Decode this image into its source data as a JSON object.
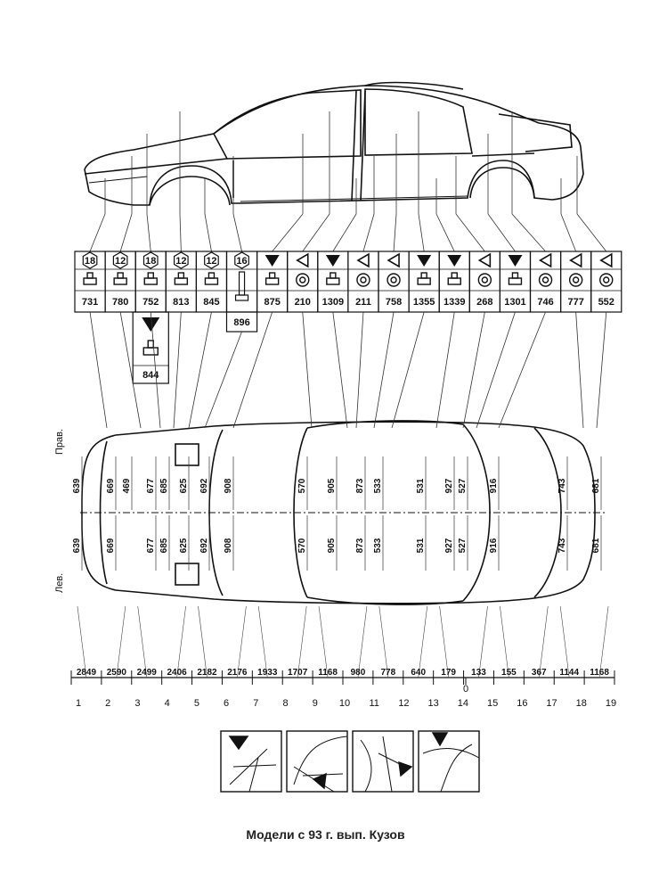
{
  "caption": "Модели с 93 г. вып. Кузов",
  "side_labels": {
    "right": "Прав.",
    "left": "Лев."
  },
  "symbol_cells": [
    {
      "num": "731",
      "badge": "18",
      "symbol": "jack"
    },
    {
      "num": "780",
      "badge": "12",
      "symbol": "jack"
    },
    {
      "num": "752",
      "badge": "18",
      "symbol": "jack"
    },
    {
      "num": "813",
      "badge": "12",
      "symbol": "jack"
    },
    {
      "num": "845",
      "badge": "12",
      "symbol": "jack"
    },
    {
      "num": "",
      "badge": "16",
      "symbol": "bolt"
    },
    {
      "num": "875",
      "badge": "",
      "top": "triangle-down",
      "symbol": "jack"
    },
    {
      "num": "210",
      "badge": "",
      "top": "triangle-left",
      "symbol": "ring"
    },
    {
      "num": "1309",
      "badge": "",
      "top": "triangle-down",
      "symbol": "jack"
    },
    {
      "num": "211",
      "badge": "",
      "top": "triangle-left",
      "symbol": "ring"
    },
    {
      "num": "758",
      "badge": "",
      "top": "triangle-left",
      "symbol": "ring"
    },
    {
      "num": "1355",
      "badge": "",
      "top": "triangle-down",
      "symbol": "jack"
    },
    {
      "num": "1339",
      "badge": "",
      "top": "triangle-down",
      "symbol": "jack"
    },
    {
      "num": "268",
      "badge": "",
      "top": "triangle-left",
      "symbol": "ring"
    },
    {
      "num": "1301",
      "badge": "",
      "top": "triangle-down",
      "symbol": "jack"
    },
    {
      "num": "746",
      "badge": "",
      "top": "triangle-left",
      "symbol": "ring"
    },
    {
      "num": "777",
      "badge": "",
      "top": "triangle-left",
      "symbol": "ring"
    },
    {
      "num": "552",
      "badge": "",
      "top": "triangle-left",
      "symbol": "ring"
    }
  ],
  "extra_cells": {
    "bolt_num": "896",
    "sub_num": "844"
  },
  "widths_upper": [
    "639",
    "669",
    "469",
    "677",
    "685",
    "625",
    "692",
    "908",
    "570",
    "905",
    "873",
    "533",
    "531",
    "927",
    "527",
    "916",
    "743",
    "681"
  ],
  "widths_lower": [
    "639",
    "669",
    "677",
    "685",
    "625",
    "692",
    "908",
    "570",
    "905",
    "873",
    "533",
    "531",
    "927",
    "527",
    "916",
    "743",
    "681"
  ],
  "length_dims": [
    "2849",
    "2590",
    "2499",
    "2406",
    "2182",
    "2176",
    "1933",
    "1707",
    "1168",
    "980",
    "778",
    "640",
    "179",
    "133",
    "155",
    "367",
    "1144",
    "1168"
  ],
  "zero_label": "0",
  "point_numbers": [
    "1",
    "2",
    "3",
    "4",
    "5",
    "6",
    "7",
    "8",
    "9",
    "10",
    "11",
    "12",
    "13",
    "14",
    "15",
    "16",
    "17",
    "18",
    "19"
  ]
}
